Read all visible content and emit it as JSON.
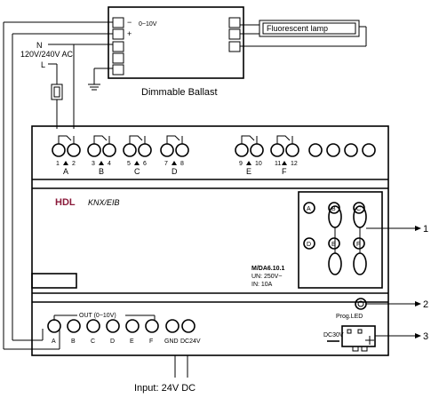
{
  "ballast": {
    "label": "Dimmable Ballast",
    "minus": "−",
    "plus": "+",
    "range": "0~10V"
  },
  "lamp": {
    "label": "Fluorescent lamp"
  },
  "mains": {
    "n": "N",
    "voltage": "120V/240V AC",
    "l": "L"
  },
  "relays": [
    {
      "pins": [
        "1",
        "2"
      ],
      "letter": "A"
    },
    {
      "pins": [
        "3",
        "4"
      ],
      "letter": "B"
    },
    {
      "pins": [
        "5",
        "6"
      ],
      "letter": "C"
    },
    {
      "pins": [
        "7",
        "8"
      ],
      "letter": "D"
    },
    {
      "pins": [
        "9",
        "10"
      ],
      "letter": "E"
    },
    {
      "pins": [
        "11",
        "12"
      ],
      "letter": "F"
    }
  ],
  "brand": {
    "hdl": "HDL",
    "knx": "KNX/EIB"
  },
  "model": {
    "name": "M/DA6.10.1",
    "voltage": "UN: 250V~",
    "current": "IN: 10A"
  },
  "buttons": [
    "A",
    "B",
    "C",
    "D",
    "E",
    "F"
  ],
  "callouts": {
    "c1": "1",
    "c2": "2",
    "c3": "3"
  },
  "prog_led": "Prog.LED",
  "dc30v": "DC30V",
  "output": {
    "title": "OUT (0~10V)",
    "labels": [
      "A",
      "B",
      "C",
      "D",
      "E",
      "F",
      "GND",
      "DC24V"
    ]
  },
  "input": {
    "label": "Input: 24V DC"
  }
}
